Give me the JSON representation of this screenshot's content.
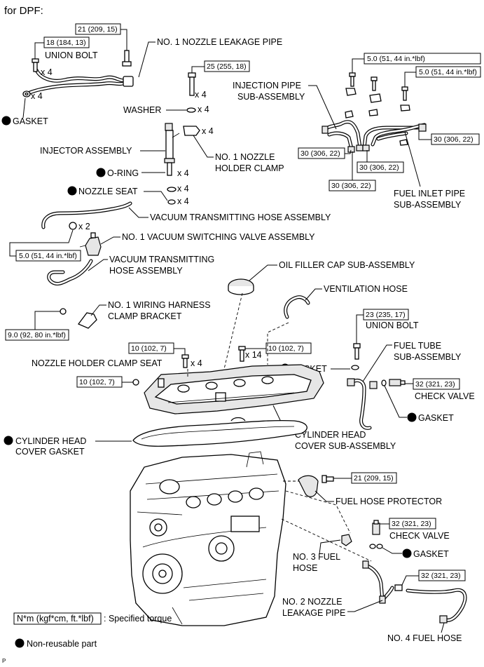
{
  "header": {
    "title": "for DPF:"
  },
  "labels": {
    "nozzle_leakage_pipe_1": "NO. 1 NOZZLE LEAKAGE PIPE",
    "union_bolt_top": "UNION BOLT",
    "gasket_top": "GASKET",
    "washer": "WASHER",
    "injector_assembly": "INJECTOR ASSEMBLY",
    "nozzle_holder_clamp_1": "NO. 1 NOZZLE",
    "nozzle_holder_clamp_2": "HOLDER CLAMP",
    "o_ring": "O-RING",
    "nozzle_seat": "NOZZLE SEAT",
    "injection_pipe_1": "INJECTION PIPE",
    "injection_pipe_2": "SUB-ASSEMBLY",
    "fuel_inlet_pipe_1": "FUEL INLET PIPE",
    "fuel_inlet_pipe_2": "SUB-ASSEMBLY",
    "vacuum_hose_assembly_1": "VACUUM TRANSMITTING HOSE ASSEMBLY",
    "vacuum_switching_valve": "NO. 1 VACUUM SWITCHING VALVE ASSEMBLY",
    "vacuum_hose_assembly_2a": "VACUUM TRANSMITTING",
    "vacuum_hose_assembly_2b": "HOSE ASSEMBLY",
    "oil_filler_cap": "OIL FILLER CAP SUB-ASSEMBLY",
    "ventilation_hose": "VENTILATION HOSE",
    "wiring_harness_bracket_1": "NO. 1 WIRING HARNESS",
    "wiring_harness_bracket_2": "CLAMP BRACKET",
    "union_bolt_mid": "UNION BOLT",
    "fuel_tube_1": "FUEL TUBE",
    "fuel_tube_2": "SUB-ASSEMBLY",
    "nozzle_holder_clamp_seat": "NOZZLE HOLDER CLAMP SEAT",
    "gasket_mid_left": "GASKET",
    "check_valve_mid": "CHECK VALVE",
    "gasket_mid_right": "GASKET",
    "cylinder_head_cover_gasket_1": "CYLINDER HEAD",
    "cylinder_head_cover_gasket_2": "COVER GASKET",
    "cylinder_head_cover_1": "CYLINDER HEAD",
    "cylinder_head_cover_2": "COVER SUB-ASSEMBLY",
    "fuel_hose_protector": "FUEL HOSE PROTECTOR",
    "check_valve_low": "CHECK VALVE",
    "no3_fuel_hose_1": "NO. 3 FUEL",
    "no3_fuel_hose_2": "HOSE",
    "gasket_low": "GASKET",
    "no2_nozzle_leakage_1": "NO. 2 NOZZLE",
    "no2_nozzle_leakage_2": "LEAKAGE PIPE",
    "no4_fuel_hose": "NO. 4 FUEL HOSE"
  },
  "quantities": {
    "q1": "x 4",
    "q2": "x 4",
    "q3": "x 4",
    "q4": "x 4",
    "q5": "x 4",
    "q6": "x 4",
    "q7": "x 4",
    "q8": "x 4",
    "q9": "x 2",
    "q10": "x 4",
    "q11": "x 14"
  },
  "torques": {
    "t1": "21 (209, 15)",
    "t2": "18 (184, 13)",
    "t3": "25 (255, 18)",
    "t4": "5.0 (51, 44 in.*lbf)",
    "t5": "5.0 (51, 44 in.*lbf)",
    "t6": "30 (306, 22)",
    "t7": "30 (306, 22)",
    "t8": "30 (306, 22)",
    "t9": "30 (306, 22)",
    "t10": "5.0 (51, 44 in.*lbf)",
    "t11": "9.0 (92, 80 in.*lbf)",
    "t12": "23 (235, 17)",
    "t13": "10 (102, 7)",
    "t14": "10 (102, 7)",
    "t15": "10 (102, 7)",
    "t16": "32 (321, 23)",
    "t17": "21 (209, 15)",
    "t18": "32 (321, 23)",
    "t19": "32 (321, 23)"
  },
  "legend": {
    "torque_box": "N*m (kgf*cm, ft.*lbf)",
    "torque_text": ": Specified torque",
    "non_reusable": "Non-reusable part"
  },
  "footer": {
    "corner_mark": "P"
  }
}
